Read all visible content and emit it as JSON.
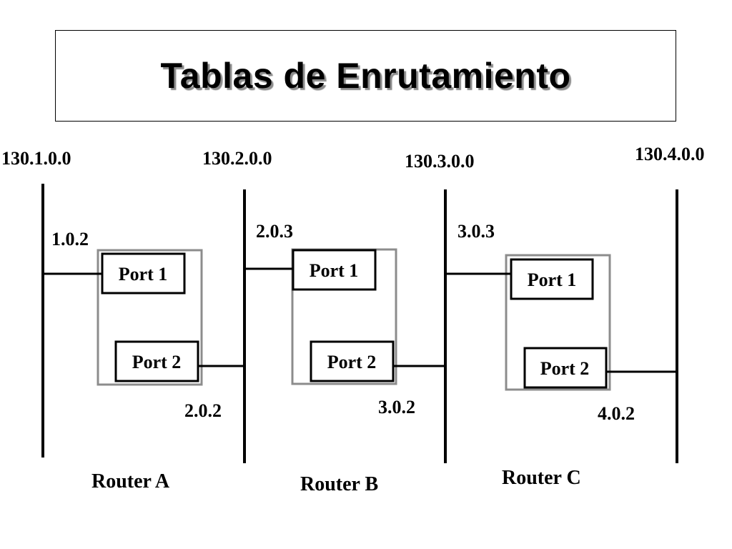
{
  "title": "Tablas de Enrutamiento",
  "networks": [
    "130.1.0.0",
    "130.2.0.0",
    "130.3.0.0",
    "130.4.0.0"
  ],
  "routers": [
    {
      "name": "Router A",
      "port1": "Port 1",
      "port2": "Port 2",
      "addr1": "1.0.2",
      "addr2": "2.0.2"
    },
    {
      "name": "Router B",
      "port1": "Port 1",
      "port2": "Port 2",
      "addr1": "2.0.3",
      "addr2": "3.0.2"
    },
    {
      "name": "Router C",
      "port1": "Port 1",
      "port2": "Port 2",
      "addr1": "3.0.3",
      "addr2": "4.0.2"
    }
  ],
  "colors": {
    "line": "#000000",
    "router_box": "#8c8c8c",
    "title_shadow": "#8c8c8c"
  }
}
